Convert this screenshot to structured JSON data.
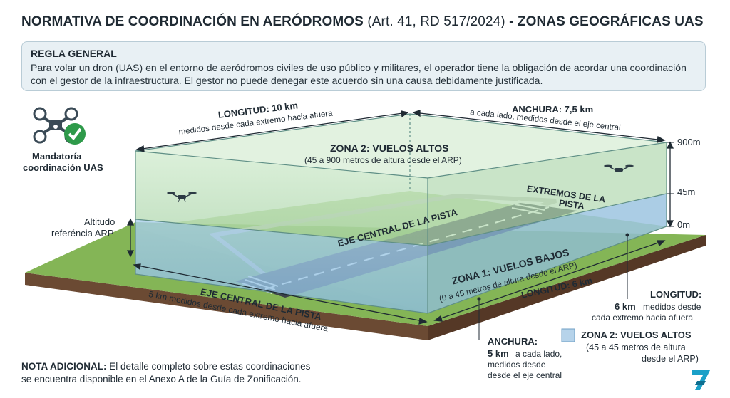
{
  "title": {
    "main_a": "NORMATIVA DE COORDINACIÓN EN AERÓDROMOS",
    "main_b": "(Art. 41, RD 517/2024)",
    "main_c": "- ZONAS GEOGRÁFICAS UAS"
  },
  "rule": {
    "heading": "REGLA GENERAL",
    "text": "Para volar un dron (UAS) en el entorno de aeródromos civiles de uso público y militares, el operador tiene la obligación de acordar una coordinación con el gestor de la infraestructura. El gestor no puede denegar este acuerdo sin una causa debidamente justificada."
  },
  "badge": {
    "line1": "Mandatoría",
    "line2": "coordinación UAS",
    "icon": "drone-check-icon"
  },
  "diagram": {
    "length_top": {
      "heading": "LONGITUD: 10 km",
      "sub": "medidos desde cada extremo hacia afuera"
    },
    "width_top": {
      "heading": "ANCHURA: 7,5 km",
      "sub": "a cada lado, medidos desde el eje central"
    },
    "zone2": {
      "title": "ZONA 2: VUELOS ALTOS",
      "sub": "(45 a 900 metros de altura desde el ARP)"
    },
    "zone1": {
      "title": "ZONA 1: VUELOS BAJOS",
      "sub": "(0 a 45 metros de altura desde el ARP)"
    },
    "runway_ends": {
      "line1": "EXTREMOS DE LA",
      "line2": "PISTA"
    },
    "centerline_top": "EJE CENTRAL DE LA PISTA",
    "centerline_front": "EJE CENTRAL DE LA PISTA",
    "front_length": "5 km medidos desde cada extremo hacia afuera",
    "length_right": "LONGITUD: 6 km",
    "altitude_ref": {
      "line1": "Altitudo",
      "line2": "referéncia ARP"
    },
    "heights": [
      "900m",
      "45m",
      "0m"
    ]
  },
  "legend_right": {
    "length": {
      "heading": "LONGITUD:",
      "value": "6 km",
      "text1": "medidos desde",
      "text2": "cada extremo hacia afuera"
    },
    "width": {
      "heading": "ANCHURA:",
      "value": "5 km",
      "text1": "a cada lado,",
      "text2": "medidos desde",
      "text3": "desde el eje central"
    },
    "zone2": {
      "title": "ZONA 2: VUELOS ALTOS",
      "sub1": "(45 a 45 metros de altura",
      "sub2": "desde el ARP)"
    }
  },
  "note": {
    "label": "NOTA ADICIONAL:",
    "text1": "El detalle completo sobre estas coordinaciones",
    "text2": "se encuentra disponible en el Anexo A de la Guía de Zonificación."
  },
  "logo": {
    "text": "7"
  },
  "colors": {
    "zone2": "#b6dcb3",
    "zone1": "#9fc6e4",
    "grass": "#7fae4e",
    "earth": "#6b4a33",
    "runway": "#3b4148",
    "logo": "#1aa0c8"
  }
}
